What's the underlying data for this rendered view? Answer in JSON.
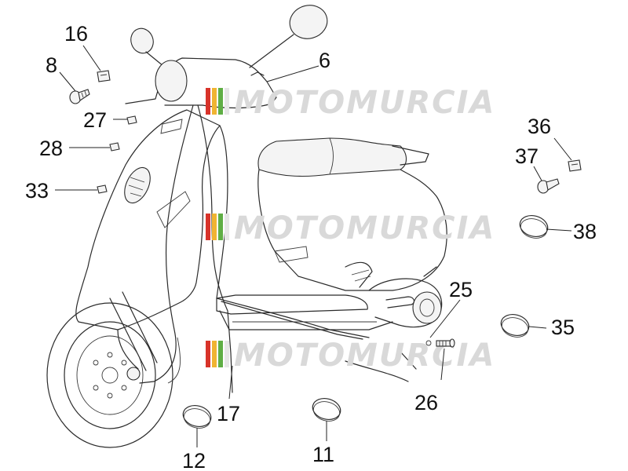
{
  "diagram": {
    "watermark": {
      "text": "MOTOMURCIA",
      "colors": [
        "#d8332a",
        "#f0b431",
        "#5fae45",
        "#e6e6e6"
      ]
    },
    "callouts": [
      {
        "id": "8",
        "label": "8"
      },
      {
        "id": "16",
        "label": "16"
      },
      {
        "id": "6",
        "label": "6"
      },
      {
        "id": "27",
        "label": "27"
      },
      {
        "id": "28",
        "label": "28"
      },
      {
        "id": "33",
        "label": "33"
      },
      {
        "id": "36",
        "label": "36"
      },
      {
        "id": "37",
        "label": "37"
      },
      {
        "id": "38",
        "label": "38"
      },
      {
        "id": "25",
        "label": "25"
      },
      {
        "id": "35",
        "label": "35"
      },
      {
        "id": "26",
        "label": "26"
      },
      {
        "id": "17",
        "label": "17"
      },
      {
        "id": "12",
        "label": "12"
      },
      {
        "id": "11",
        "label": "11"
      }
    ]
  }
}
